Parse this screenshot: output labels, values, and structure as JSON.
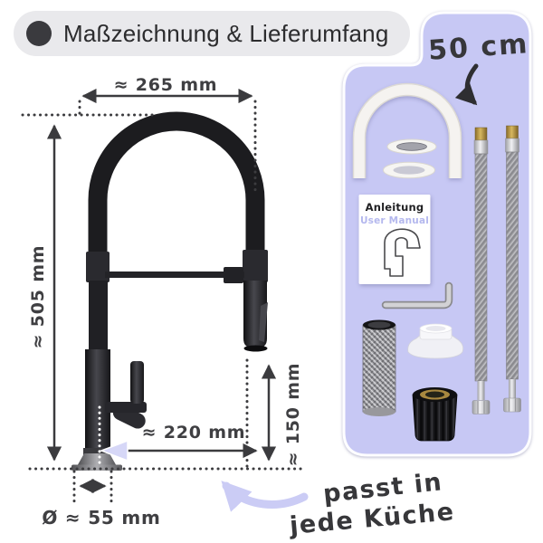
{
  "header": {
    "label": "Maßzeichnung & Lieferumfang"
  },
  "drawing": {
    "dimensions": {
      "spout_width": "≈ 265 mm",
      "total_height": "≈ 505 mm",
      "spout_reach": "≈ 220 mm",
      "spray_head_height": "≈ 150 mm",
      "base_diameter": "Ø ≈ 55 mm"
    }
  },
  "panel": {
    "hose_length_label": "50 cm",
    "manual": {
      "title": "Anleitung",
      "subtitle": "User Manual"
    },
    "parts": [
      "hose-guide-arch",
      "sealing-washer-top",
      "sealing-washer-bottom",
      "user-manual",
      "allen-key",
      "threaded-shank",
      "mounting-base",
      "mounting-nut",
      "connection-hose-left",
      "connection-hose-right"
    ]
  },
  "caption": {
    "line1": "passt in",
    "line2": "jede Küche"
  },
  "colors": {
    "panel_bg": "#c7c8f4",
    "accent_arrow": "#cbccf5",
    "dimension_ink": "#3f3f42",
    "header_bg": "#e9e9ec",
    "header_dot": "#3a3a3e",
    "faucet_black": "#1d1d20",
    "brass": "#b3913f",
    "chrome": "#d9d9dd",
    "hose_gray": "#9a9a9a",
    "manual_subtitle": "#b4b8ee"
  }
}
